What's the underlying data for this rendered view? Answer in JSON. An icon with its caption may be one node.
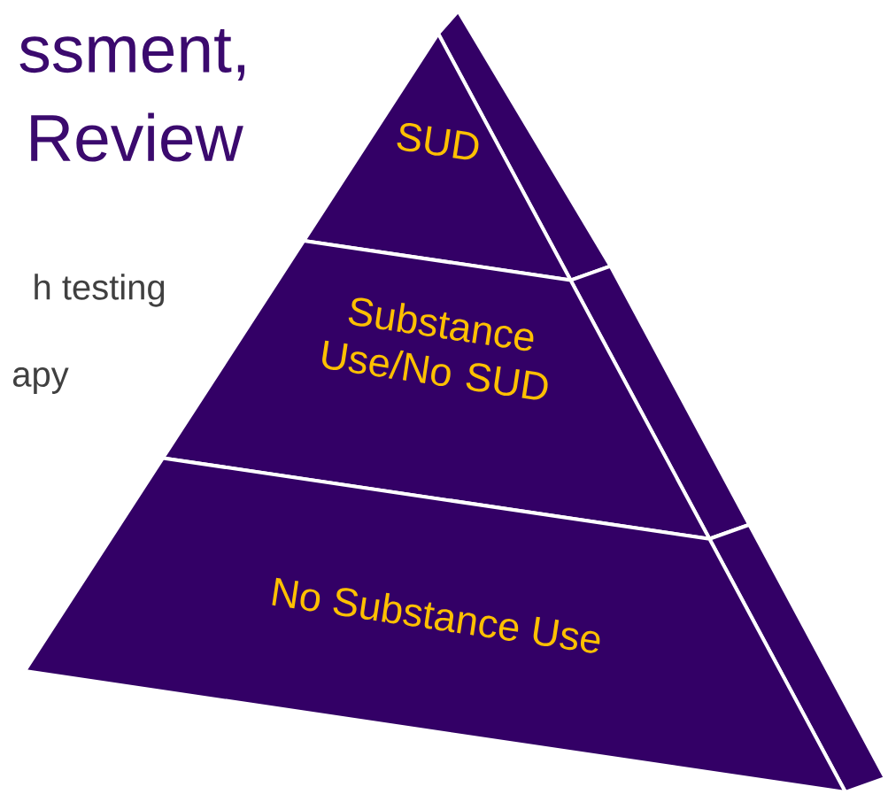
{
  "diagram": {
    "nodes": [
      {
        "text": [
          "SUD"
        ]
      },
      {
        "text": [
          "Substance Use/No SUD"
        ]
      },
      {
        "text": [
          "No Substance Use"
        ]
      }
    ],
    "labels": [
      "ssment,",
      "Review",
      "h testing",
      "apy"
    ]
  }
}
